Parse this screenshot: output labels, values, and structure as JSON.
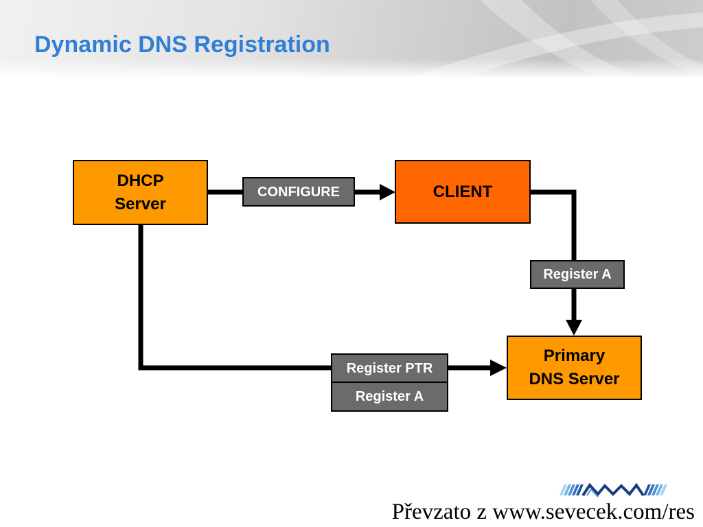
{
  "slide": {
    "title": "Dynamic DNS Registration",
    "source_credit": "Převzato z www.sevecek.com/res"
  },
  "diagram": {
    "nodes": {
      "dhcp_server": {
        "lines": [
          "DHCP",
          "Server"
        ]
      },
      "client": {
        "lines": [
          "CLIENT"
        ]
      },
      "primary_dns_server": {
        "lines": [
          "Primary",
          "DNS Server"
        ]
      }
    },
    "edges": {
      "dhcp_server_to_client": {
        "labels": [
          "CONFIGURE"
        ]
      },
      "client_to_primary_dns_server": {
        "labels": [
          "Register A"
        ]
      },
      "dhcp_server_to_primary_dns_server": {
        "labels": [
          "Register PTR",
          "Register A"
        ]
      }
    }
  },
  "colors": {
    "title_text": "#2F7FD6",
    "dhcp_server_fill": "#FF9900",
    "client_fill": "#FF6600",
    "primary_dns_server_fill": "#FF9900",
    "edge_label_fill": "#6B6B6B",
    "edge_label_text": "#FFFFFF",
    "node_text": "#000000",
    "connector": "#000000"
  },
  "icons": {
    "logo": "wave-stripes-logo"
  }
}
